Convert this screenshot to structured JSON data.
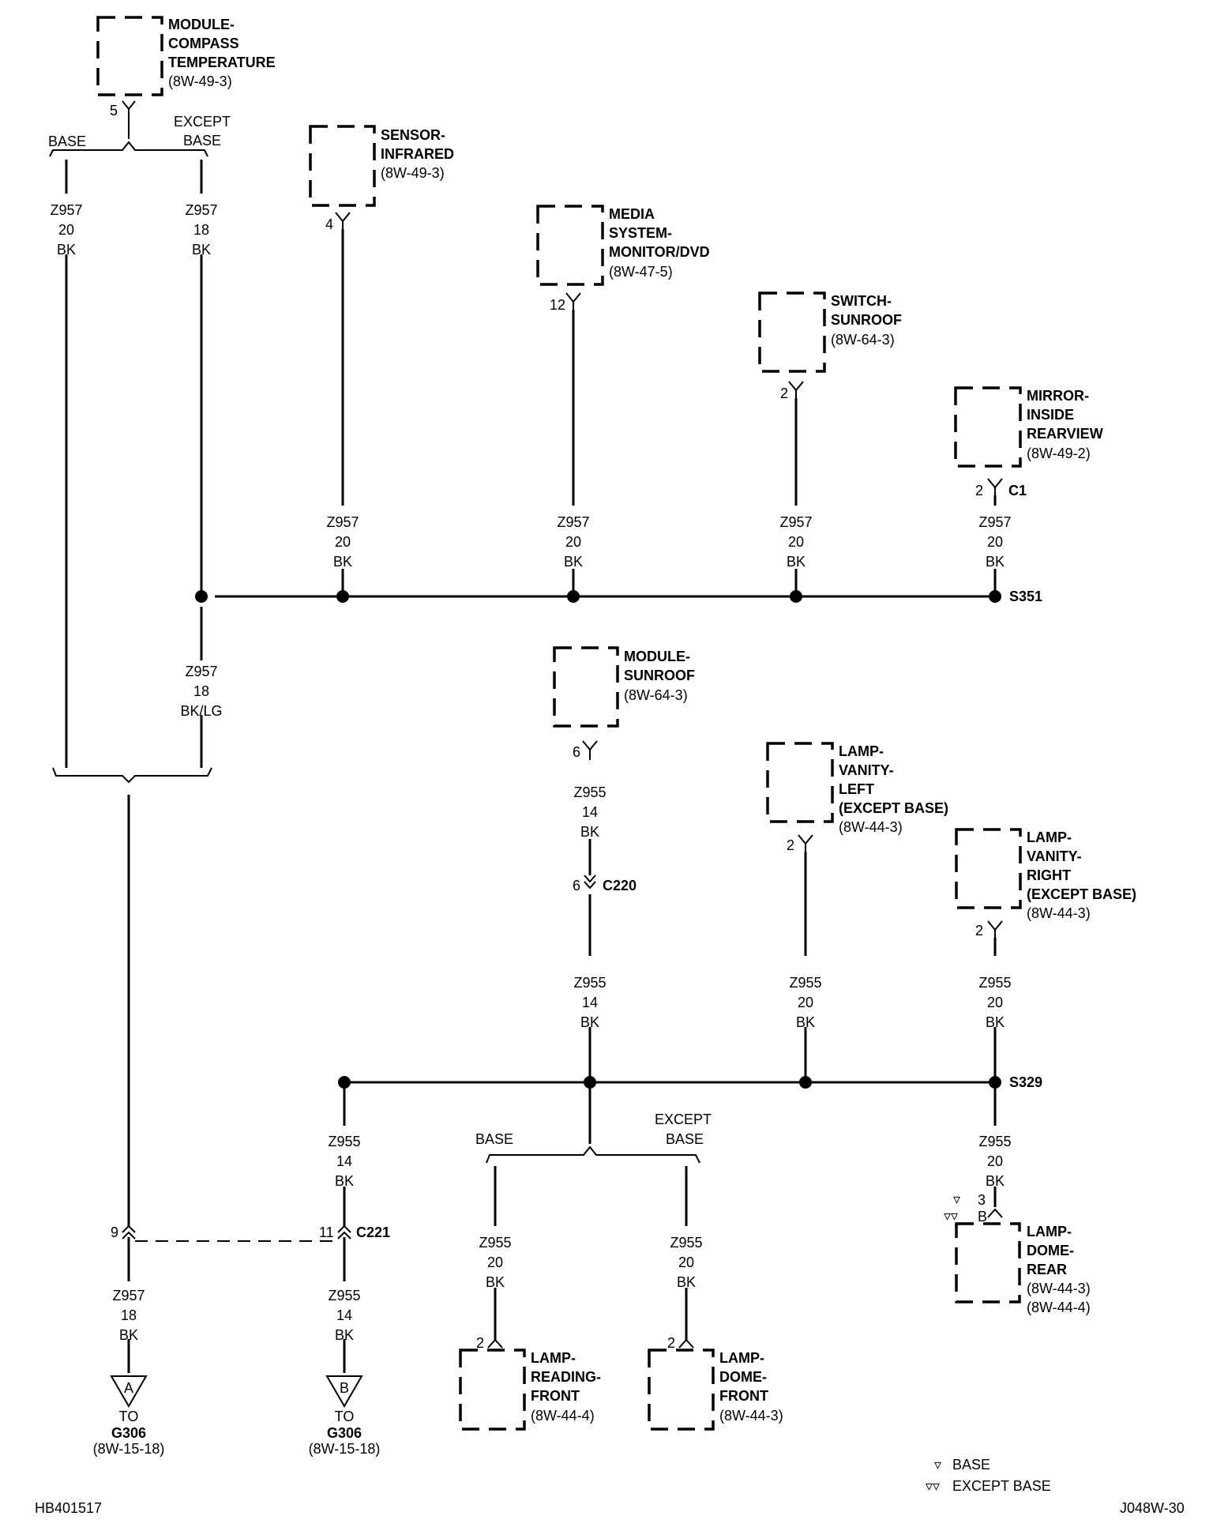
{
  "components": {
    "module_compass": {
      "lines": [
        "MODULE-",
        "COMPASS",
        "TEMPERATURE"
      ],
      "ref": "(8W-49-3)"
    },
    "sensor_infrared": {
      "lines": [
        "SENSOR-",
        "INFRARED"
      ],
      "ref": "(8W-49-3)"
    },
    "media_system": {
      "lines": [
        "MEDIA",
        "SYSTEM-",
        "MONITOR/DVD"
      ],
      "ref": "(8W-47-5)"
    },
    "switch_sunroof": {
      "lines": [
        "SWITCH-",
        "SUNROOF"
      ],
      "ref": "(8W-64-3)"
    },
    "mirror_inside": {
      "lines": [
        "MIRROR-",
        "INSIDE",
        "REARVIEW"
      ],
      "ref": "(8W-49-2)"
    },
    "module_sunroof": {
      "lines": [
        "MODULE-",
        "SUNROOF"
      ],
      "ref": "(8W-64-3)"
    },
    "lamp_vanity_left": {
      "lines": [
        "LAMP-",
        "VANITY-",
        "LEFT",
        "(EXCEPT BASE)"
      ],
      "ref": "(8W-44-3)"
    },
    "lamp_vanity_right": {
      "lines": [
        "LAMP-",
        "VANITY-",
        "RIGHT",
        "(EXCEPT BASE)"
      ],
      "ref": "(8W-44-3)"
    },
    "lamp_dome_rear": {
      "lines": [
        "LAMP-",
        "DOME-",
        "REAR"
      ],
      "ref": "(8W-44-3)",
      "ref2": "(8W-44-4)"
    },
    "lamp_reading_front": {
      "lines": [
        "LAMP-",
        "READING-",
        "FRONT"
      ],
      "ref": "(8W-44-4)"
    },
    "lamp_dome_front": {
      "lines": [
        "LAMP-",
        "DOME-",
        "FRONT"
      ],
      "ref": "(8W-44-3)"
    }
  },
  "pins": {
    "compass": "5",
    "infrared": "4",
    "media": "12",
    "sunroof_switch": "2",
    "mirror": "2",
    "mirror_conn": "C1",
    "sunroof_module": "6",
    "c220_pin": "6",
    "c220": "C220",
    "vanity_left": "2",
    "vanity_right": "2",
    "dome_rear_base": "3",
    "dome_rear_except": "B",
    "reading_front": "2",
    "dome_front": "2",
    "c221_left": "9",
    "c221_right": "11",
    "c221": "C221"
  },
  "variants": {
    "base": "BASE",
    "except_line1": "EXCEPT",
    "except_line2": "BASE"
  },
  "wires": {
    "z957_20_bk": [
      "Z957",
      "20",
      "BK"
    ],
    "z957_18_bk": [
      "Z957",
      "18",
      "BK"
    ],
    "z957_18_bklg": [
      "Z957",
      "18",
      "BK/LG"
    ],
    "z955_14_bk": [
      "Z955",
      "14",
      "BK"
    ],
    "z955_20_bk": [
      "Z955",
      "20",
      "BK"
    ]
  },
  "splices": {
    "s351": "S351",
    "s329": "S329"
  },
  "grounds": {
    "a": {
      "letter": "A",
      "to": "TO",
      "name": "G306",
      "ref": "(8W-15-18)"
    },
    "b": {
      "letter": "B",
      "to": "TO",
      "name": "G306",
      "ref": "(8W-15-18)"
    }
  },
  "legend": {
    "base": "BASE",
    "except_base": "EXCEPT BASE"
  },
  "footer": {
    "left_code": "HB401517",
    "right_code": "J048W-30"
  }
}
